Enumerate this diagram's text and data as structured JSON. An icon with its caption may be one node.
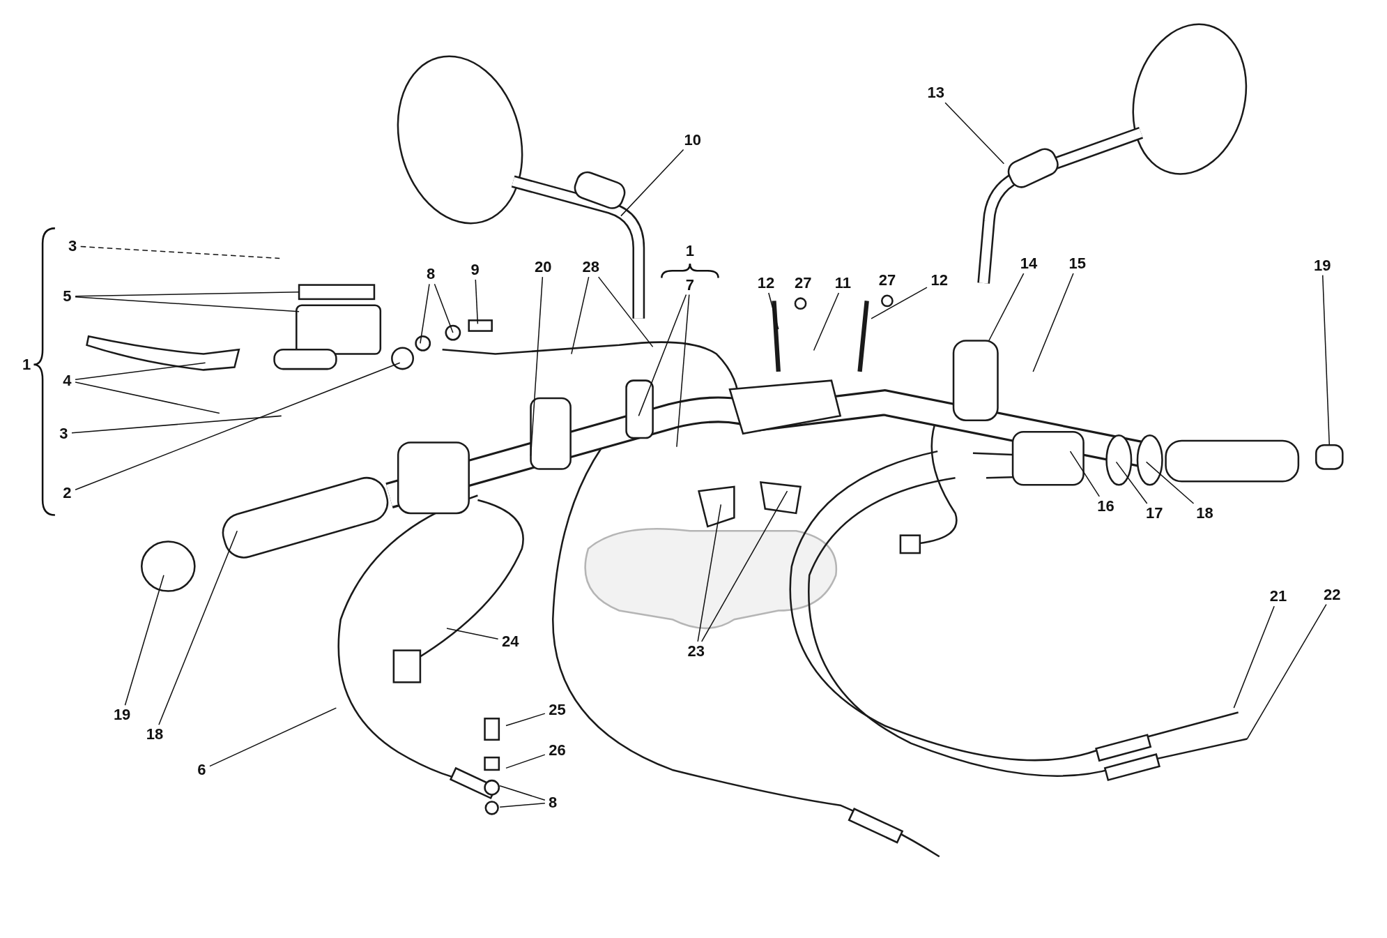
{
  "diagram": {
    "nodes": [
      {
        "text": [
          "3"
        ]
      },
      {
        "text": [
          "5"
        ]
      },
      {
        "text": [
          "4"
        ]
      },
      {
        "text": [
          "3"
        ]
      },
      {
        "text": [
          "2"
        ]
      },
      {
        "text": [
          "8"
        ]
      },
      {
        "text": [
          "9"
        ]
      },
      {
        "text": [
          "20"
        ]
      },
      {
        "text": [
          "28"
        ]
      },
      {
        "text": [
          "10"
        ]
      },
      {
        "text": [
          "7"
        ]
      },
      {
        "text": [
          "12"
        ]
      },
      {
        "text": [
          "11"
        ]
      },
      {
        "text": [
          "12"
        ]
      },
      {
        "text": [
          "13"
        ]
      },
      {
        "text": [
          "14"
        ]
      },
      {
        "text": [
          "15"
        ]
      },
      {
        "text": [
          "19"
        ]
      },
      {
        "text": [
          "16"
        ]
      },
      {
        "text": [
          "17"
        ]
      },
      {
        "text": [
          "18"
        ]
      },
      {
        "text": [
          "19"
        ]
      },
      {
        "text": [
          "18"
        ]
      },
      {
        "text": [
          "24"
        ]
      },
      {
        "text": [
          "23"
        ]
      },
      {
        "text": [
          "25"
        ]
      },
      {
        "text": [
          "26"
        ]
      },
      {
        "text": [
          "8"
        ]
      },
      {
        "text": [
          "6"
        ]
      },
      {
        "text": [
          "21"
        ]
      },
      {
        "text": [
          "22"
        ]
      }
    ],
    "edges": [
      {
        "from": 0,
        "to": null,
        "arrow": "none",
        "style": "dashed"
      },
      {
        "from": 1,
        "to": null,
        "arrow": "none"
      },
      {
        "from": 1,
        "to": null,
        "arrow": "none"
      },
      {
        "from": 2,
        "to": null,
        "arrow": "none"
      },
      {
        "from": 2,
        "to": null,
        "arrow": "none"
      },
      {
        "from": 3,
        "to": null,
        "arrow": "none"
      },
      {
        "from": 4,
        "to": null,
        "arrow": "none"
      },
      {
        "from": 5,
        "to": null,
        "arrow": "none"
      },
      {
        "from": 5,
        "to": null,
        "arrow": "none"
      },
      {
        "from": 6,
        "to": null,
        "arrow": "none"
      },
      {
        "from": 7,
        "to": null,
        "arrow": "none"
      },
      {
        "from": 8,
        "to": null,
        "arrow": "none"
      },
      {
        "from": 8,
        "to": null,
        "arrow": "none"
      },
      {
        "from": 9,
        "to": null,
        "arrow": "none"
      },
      {
        "from": 10,
        "to": null,
        "arrow": "none"
      },
      {
        "from": 10,
        "to": null,
        "arrow": "none"
      },
      {
        "from": 11,
        "to": null,
        "arrow": "none"
      },
      {
        "from": 12,
        "to": null,
        "arrow": "none"
      },
      {
        "from": 13,
        "to": null,
        "arrow": "none"
      },
      {
        "from": 14,
        "to": null,
        "arrow": "none"
      },
      {
        "from": 15,
        "to": null,
        "arrow": "none"
      },
      {
        "from": 16,
        "to": null,
        "arrow": "none"
      },
      {
        "from": 17,
        "to": null,
        "arrow": "none"
      },
      {
        "from": 18,
        "to": null,
        "arrow": "none"
      },
      {
        "from": 19,
        "to": null,
        "arrow": "none"
      },
      {
        "from": 20,
        "to": null,
        "arrow": "none"
      },
      {
        "from": 21,
        "to": null,
        "arrow": "none"
      },
      {
        "from": 22,
        "to": null,
        "arrow": "none"
      },
      {
        "from": 23,
        "to": null,
        "arrow": "none"
      },
      {
        "from": 24,
        "to": null,
        "arrow": "none"
      },
      {
        "from": 24,
        "to": null,
        "arrow": "none"
      },
      {
        "from": 25,
        "to": null,
        "arrow": "none"
      },
      {
        "from": 26,
        "to": null,
        "arrow": "none"
      },
      {
        "from": 27,
        "to": null,
        "arrow": "none"
      },
      {
        "from": 27,
        "to": null,
        "arrow": "none"
      },
      {
        "from": 28,
        "to": null,
        "arrow": "none"
      },
      {
        "from": 29,
        "to": null,
        "arrow": "none"
      },
      {
        "from": 30,
        "to": null,
        "arrow": "none"
      }
    ],
    "labels": [
      "1",
      "1",
      "27",
      "27"
    ]
  }
}
